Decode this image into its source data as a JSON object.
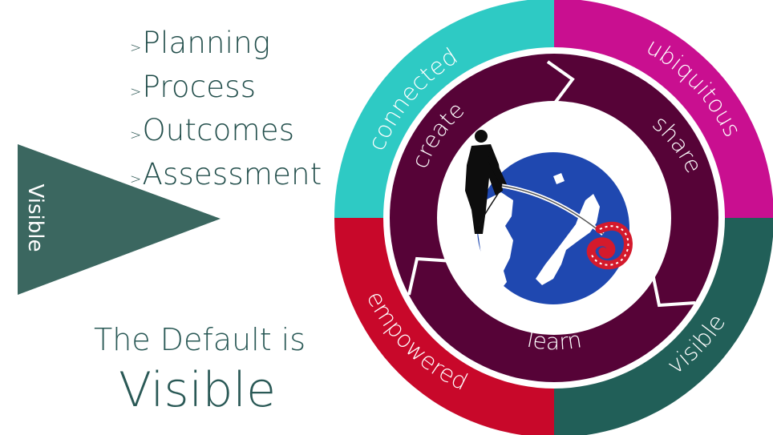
{
  "left": {
    "list_marker": ">",
    "list_items": [
      "Planning",
      "Process",
      "Outcomes",
      "Assessment"
    ],
    "triangle_label": "Visible",
    "default_line": "The Default is",
    "default_big": "Visible"
  },
  "wheel": {
    "outer": [
      {
        "label": "connected",
        "color": "#2ecac4"
      },
      {
        "label": "ubiquitous",
        "color": "#c90f90"
      },
      {
        "label": "visible",
        "color": "#215f58"
      },
      {
        "label": "empowered",
        "color": "#c8082a"
      }
    ],
    "inner": [
      {
        "label": "create"
      },
      {
        "label": "share"
      },
      {
        "label": "learn"
      }
    ],
    "inner_color": "#560337"
  },
  "colors": {
    "dark_teal": "#2a5956",
    "triangle": "#3b6760",
    "globe": "#1f48b0",
    "hook": "#d41a2c"
  }
}
